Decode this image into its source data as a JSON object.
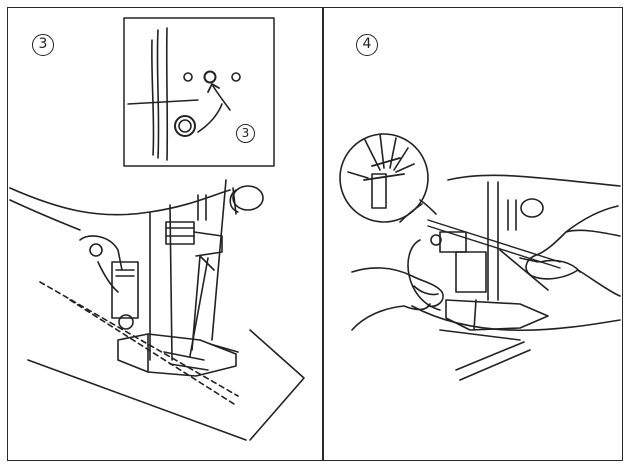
{
  "panels": [
    {
      "id": "left",
      "step_label": "3",
      "inset_step_label": "3"
    },
    {
      "id": "right",
      "step_label": "4"
    }
  ],
  "colors": {
    "line": "#222222",
    "background": "#ffffff"
  }
}
